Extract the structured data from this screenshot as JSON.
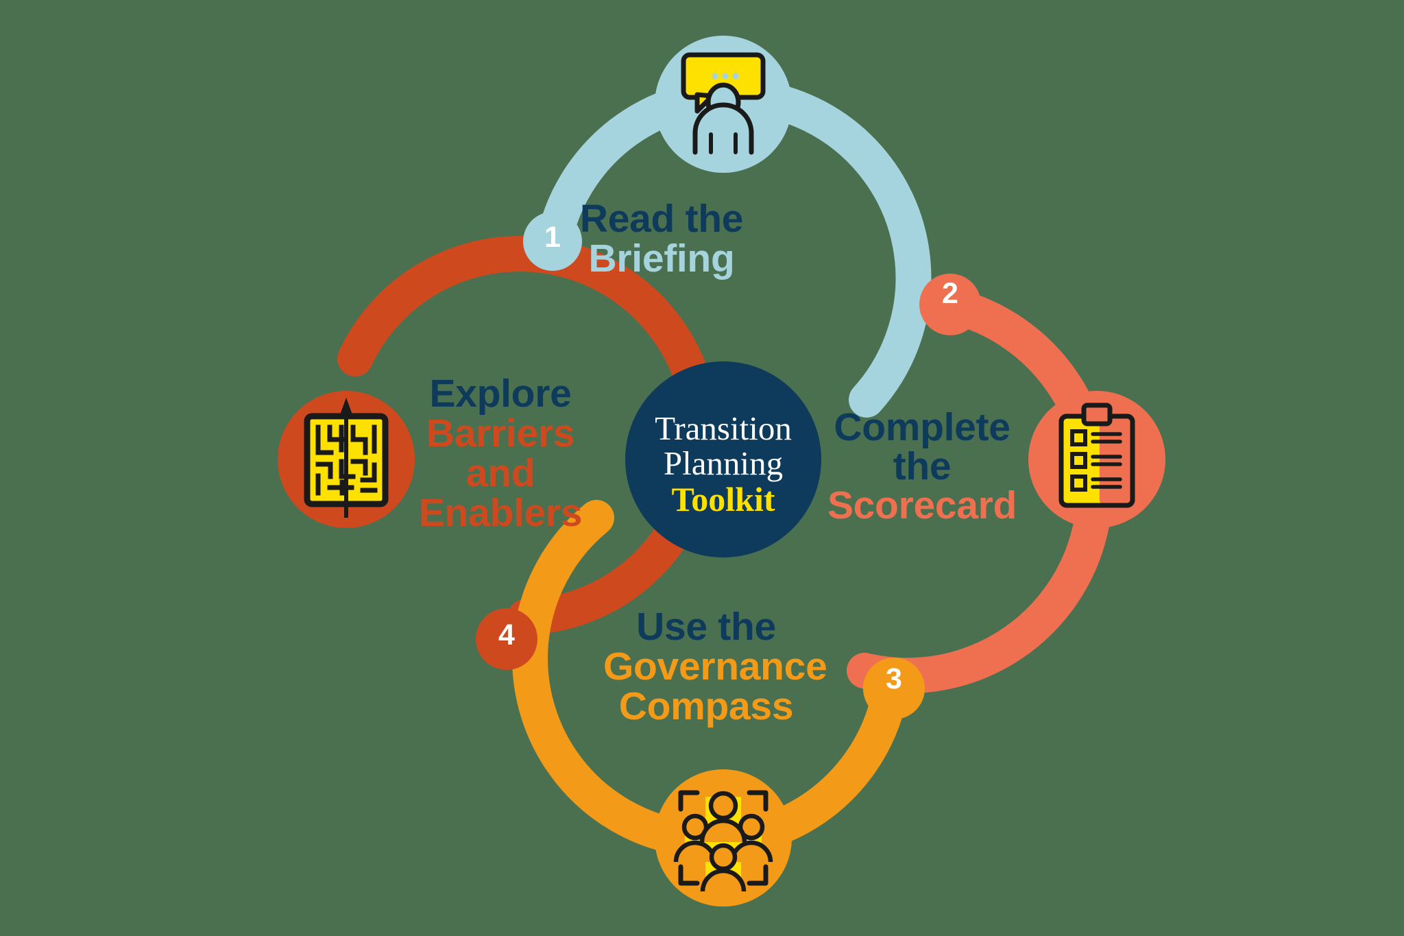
{
  "diagram": {
    "title": "Transition Planning Toolkit",
    "background_color": "#4a7050",
    "center": {
      "line1": "Transition",
      "line2": "Planning",
      "line3": "Toolkit",
      "fill_color": "#0e3a5c",
      "text_color": "#ffffff",
      "accent_color": "#ffe100"
    },
    "steps": [
      {
        "number": "1",
        "label_line1": "Read the",
        "label_line2": "Briefing",
        "label_line3": "",
        "label_line4": "",
        "color": "#a6d4de",
        "badge_text_color": "#ffffff",
        "line1_color": "#0e3a5c",
        "icon": "person-speech-bubble-icon",
        "icon_accent": "#ffe100",
        "position": "top"
      },
      {
        "number": "2",
        "label_line1": "Complete",
        "label_line2": "the",
        "label_line3": "Scorecard",
        "label_line4": "",
        "color": "#ee7050",
        "badge_text_color": "#ffffff",
        "line1_color": "#0e3a5c",
        "icon": "clipboard-checklist-icon",
        "icon_accent": "#ffe100",
        "position": "right"
      },
      {
        "number": "3",
        "label_line1": "Use the",
        "label_line2": "Governance",
        "label_line3": "Compass",
        "label_line4": "",
        "color": "#f39b18",
        "badge_text_color": "#ffffff",
        "line1_color": "#0e3a5c",
        "icon": "people-group-icon",
        "icon_accent": "#ffe100",
        "position": "bottom"
      },
      {
        "number": "4",
        "label_line1": "Explore",
        "label_line2": "Barriers",
        "label_line3": "and",
        "label_line4": "Enablers",
        "color": "#ce4a1e",
        "badge_text_color": "#ffffff",
        "line1_color": "#0e3a5c",
        "icon": "maze-arrow-icon",
        "icon_accent": "#ffe100",
        "position": "left"
      }
    ]
  }
}
